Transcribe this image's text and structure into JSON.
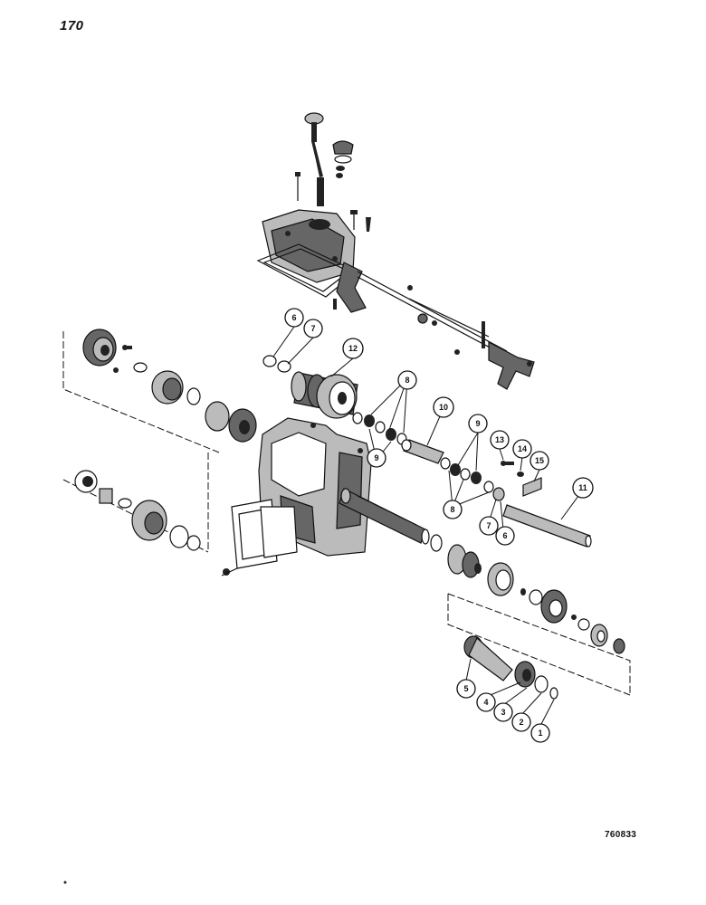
{
  "page_number": "170",
  "figure_code": "760833",
  "callouts": [
    {
      "id": "c6a",
      "label": "6"
    },
    {
      "id": "c7a",
      "label": "7"
    },
    {
      "id": "c12",
      "label": "12"
    },
    {
      "id": "c8a",
      "label": "8"
    },
    {
      "id": "c9a",
      "label": "9"
    },
    {
      "id": "c10",
      "label": "10"
    },
    {
      "id": "c9b",
      "label": "9"
    },
    {
      "id": "c13",
      "label": "13"
    },
    {
      "id": "c14",
      "label": "14"
    },
    {
      "id": "c15",
      "label": "15"
    },
    {
      "id": "c11",
      "label": "11"
    },
    {
      "id": "c8b",
      "label": "8"
    },
    {
      "id": "c7b",
      "label": "7"
    },
    {
      "id": "c6b",
      "label": "6"
    },
    {
      "id": "c5",
      "label": "5"
    },
    {
      "id": "c4",
      "label": "4"
    },
    {
      "id": "c3",
      "label": "3"
    },
    {
      "id": "c2",
      "label": "2"
    },
    {
      "id": "c1",
      "label": "1"
    }
  ]
}
